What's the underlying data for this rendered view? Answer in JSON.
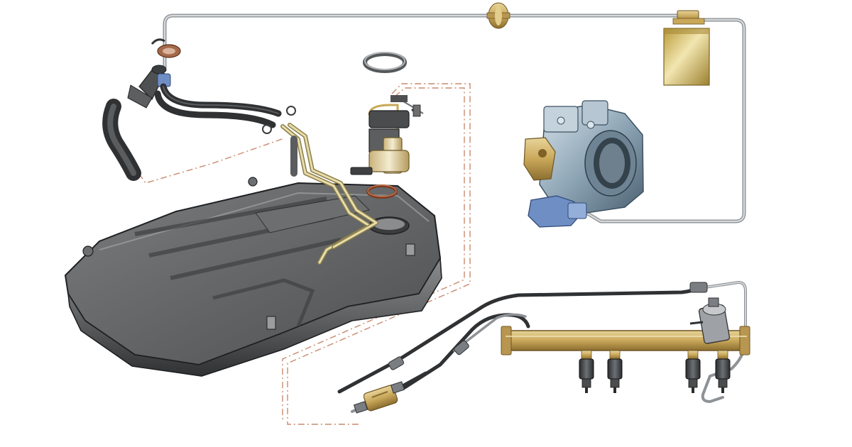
{
  "diagram": {
    "subject": "fuel-system-exploded-view",
    "components": [
      {
        "id": "filler-neck",
        "icon": "filler-neck-icon"
      },
      {
        "id": "filler-hose",
        "icon": "hose-icon"
      },
      {
        "id": "vent-valve",
        "icon": "valve-icon"
      },
      {
        "id": "adsorber-canister",
        "icon": "canister-icon"
      },
      {
        "id": "throttle-body",
        "icon": "throttle-body-icon"
      },
      {
        "id": "pump-lock-ring",
        "icon": "ring-icon"
      },
      {
        "id": "fuel-pump-module",
        "icon": "fuel-pump-icon"
      },
      {
        "id": "pump-seal",
        "icon": "ring-icon"
      },
      {
        "id": "fuel-tank",
        "icon": "fuel-tank-icon"
      },
      {
        "id": "fuel-filter",
        "icon": "filter-icon"
      },
      {
        "id": "fuel-rail",
        "icon": "fuel-rail-icon"
      },
      {
        "id": "pressure-regulator",
        "icon": "regulator-icon"
      },
      {
        "id": "injectors",
        "icon": "injector-icon",
        "count": 4
      }
    ],
    "colors": {
      "tank_body": "#5f6163",
      "tank_dark": "#3e4042",
      "tank_light": "#8a8c8e",
      "fuel_line": "#c9bd8a",
      "metal_line": "#b8bcc0",
      "hose": "#2f3133",
      "brass": "#c9a85a",
      "canister": "#d7c67a",
      "throttle_body": "#9db1c0",
      "dashed_leader": "#c98a6e",
      "background": "#ffffff"
    }
  }
}
